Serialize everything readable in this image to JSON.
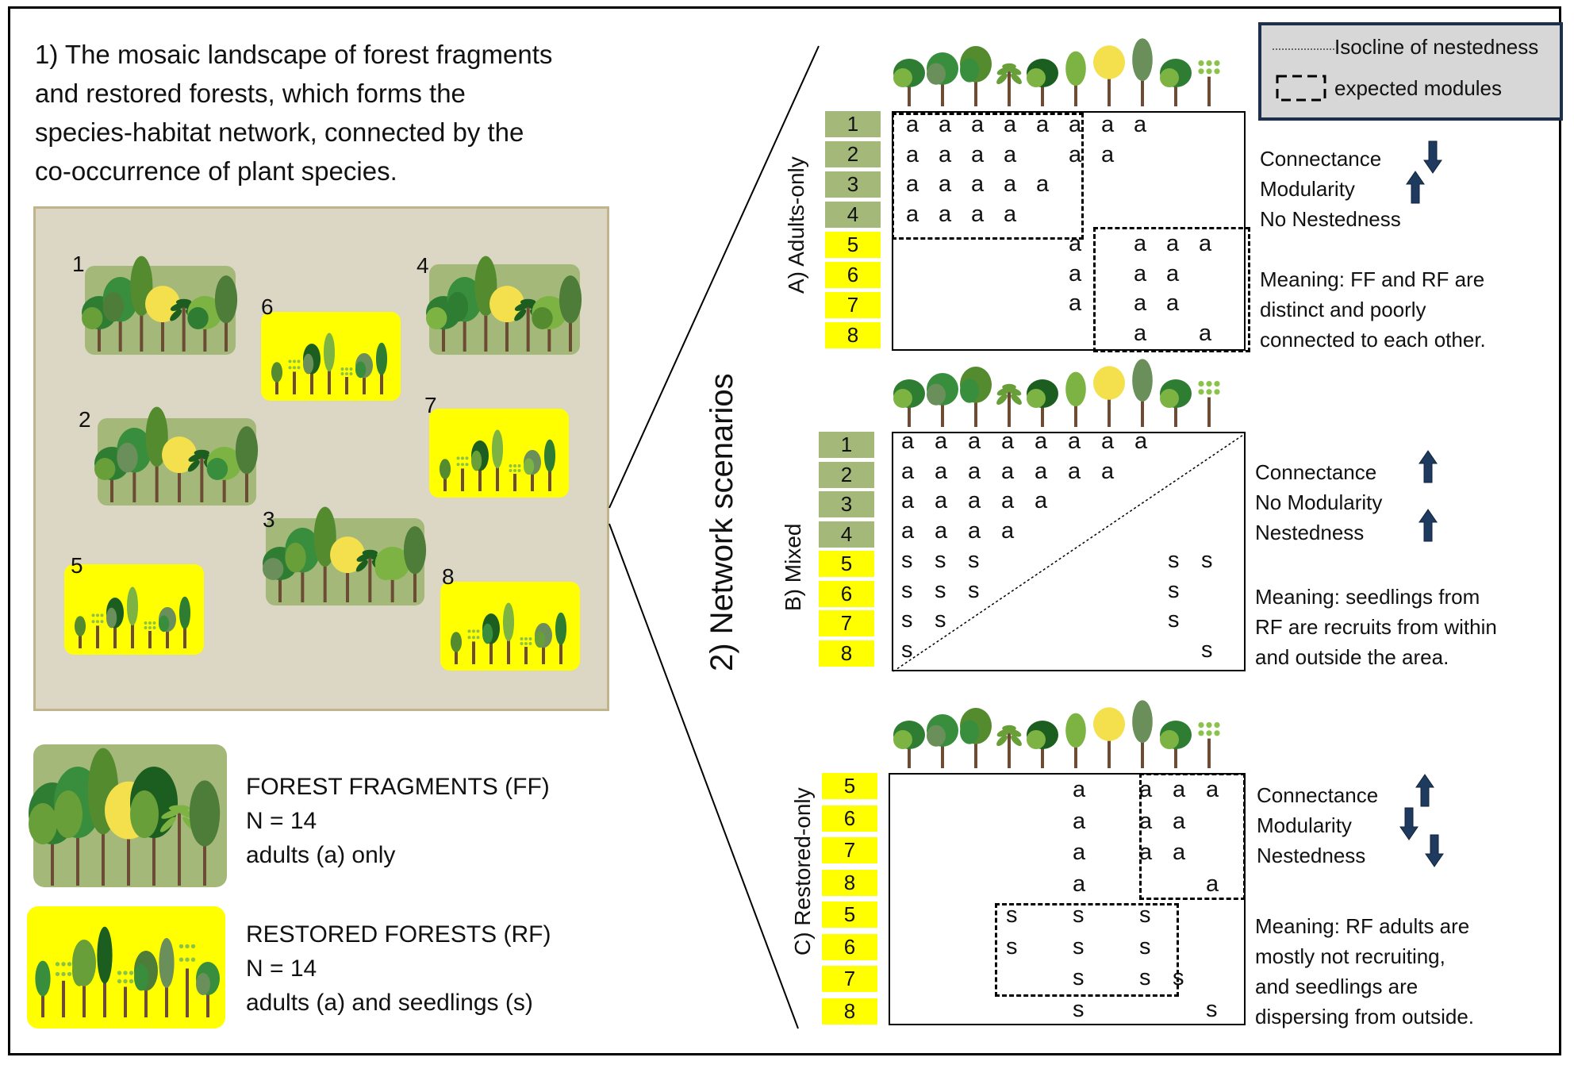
{
  "intro": {
    "line1": "1) The mosaic landscape of forest fragments",
    "line2": "and restored forests, which forms the",
    "line3": "species-habitat network, connected by the",
    "line4": "co-occurrence of plant species."
  },
  "landscape": {
    "sites": [
      "1",
      "2",
      "3",
      "4",
      "5",
      "6",
      "7",
      "8"
    ]
  },
  "legend": {
    "ff": {
      "title": "FOREST FRAGMENTS (FF)",
      "n": "N = 14",
      "desc": "adults (a) only"
    },
    "rf": {
      "title": "RESTORED FORESTS (RF)",
      "n": "N = 14",
      "desc": "adults (a) and seedlings (s)"
    }
  },
  "network_label": "2) Network scenarios",
  "key": {
    "isocline": "Isocline of nestedness",
    "modules": "expected modules"
  },
  "scenarios": {
    "a": {
      "label": "A) Adults-only",
      "rows": [
        "1",
        "2",
        "3",
        "4",
        "5",
        "6",
        "7",
        "8"
      ],
      "metrics": [
        "Connectance",
        "Modularity",
        "No Nestedness"
      ],
      "meaning": [
        "Meaning: FF and RF are",
        "distinct and poorly",
        "connected to each other."
      ]
    },
    "b": {
      "label": "B) Mixed",
      "rows": [
        "1",
        "2",
        "3",
        "4",
        "5",
        "6",
        "7",
        "8"
      ],
      "metrics": [
        "Connectance",
        "No Modularity",
        "Nestedness"
      ],
      "meaning": [
        "Meaning: seedlings from",
        "RF are recruits from within",
        "and outside the area."
      ]
    },
    "c": {
      "label": "C) Restored-only",
      "rows": [
        "5",
        "6",
        "7",
        "8",
        "5",
        "6",
        "7",
        "8"
      ],
      "metrics": [
        "Connectance",
        "Modularity",
        "Nestedness"
      ],
      "meaning": [
        "Meaning: RF adults are",
        "mostly not recruiting,",
        "and seedlings are",
        "dispersing from outside."
      ]
    }
  },
  "colors": {
    "ff": "#a4b87a",
    "rf": "#ffff00",
    "arrow": "#1f3a5f",
    "landscape_bg": "#dcd7c4"
  },
  "matrix_cells": {
    "a": [
      {
        "t": "a",
        "r": 0,
        "c": 0
      },
      {
        "t": "a",
        "r": 0,
        "c": 1
      },
      {
        "t": "a",
        "r": 0,
        "c": 2
      },
      {
        "t": "a",
        "r": 0,
        "c": 3
      },
      {
        "t": "a",
        "r": 0,
        "c": 4
      },
      {
        "t": "a",
        "r": 0,
        "c": 5
      },
      {
        "t": "a",
        "r": 0,
        "c": 6
      },
      {
        "t": "a",
        "r": 0,
        "c": 7
      },
      {
        "t": "a",
        "r": 1,
        "c": 0
      },
      {
        "t": "a",
        "r": 1,
        "c": 1
      },
      {
        "t": "a",
        "r": 1,
        "c": 2
      },
      {
        "t": "a",
        "r": 1,
        "c": 3
      },
      {
        "t": "a",
        "r": 1,
        "c": 5
      },
      {
        "t": "a",
        "r": 1,
        "c": 6
      },
      {
        "t": "a",
        "r": 2,
        "c": 0
      },
      {
        "t": "a",
        "r": 2,
        "c": 1
      },
      {
        "t": "a",
        "r": 2,
        "c": 2
      },
      {
        "t": "a",
        "r": 2,
        "c": 3
      },
      {
        "t": "a",
        "r": 2,
        "c": 4
      },
      {
        "t": "a",
        "r": 3,
        "c": 0
      },
      {
        "t": "a",
        "r": 3,
        "c": 1
      },
      {
        "t": "a",
        "r": 3,
        "c": 2
      },
      {
        "t": "a",
        "r": 3,
        "c": 3
      },
      {
        "t": "a",
        "r": 4,
        "c": 5
      },
      {
        "t": "a",
        "r": 4,
        "c": 7
      },
      {
        "t": "a",
        "r": 4,
        "c": 8
      },
      {
        "t": "a",
        "r": 4,
        "c": 9
      },
      {
        "t": "a",
        "r": 5,
        "c": 5
      },
      {
        "t": "a",
        "r": 5,
        "c": 7
      },
      {
        "t": "a",
        "r": 5,
        "c": 8
      },
      {
        "t": "a",
        "r": 6,
        "c": 5
      },
      {
        "t": "a",
        "r": 6,
        "c": 7
      },
      {
        "t": "a",
        "r": 6,
        "c": 8
      },
      {
        "t": "a",
        "r": 7,
        "c": 7
      },
      {
        "t": "a",
        "r": 7,
        "c": 9
      }
    ],
    "b": [
      {
        "t": "a",
        "r": 0,
        "c": 0
      },
      {
        "t": "a",
        "r": 0,
        "c": 1
      },
      {
        "t": "a",
        "r": 0,
        "c": 2
      },
      {
        "t": "a",
        "r": 0,
        "c": 3
      },
      {
        "t": "a",
        "r": 0,
        "c": 4
      },
      {
        "t": "a",
        "r": 0,
        "c": 5
      },
      {
        "t": "a",
        "r": 0,
        "c": 6
      },
      {
        "t": "a",
        "r": 0,
        "c": 7
      },
      {
        "t": "a",
        "r": 1,
        "c": 0
      },
      {
        "t": "a",
        "r": 1,
        "c": 1
      },
      {
        "t": "a",
        "r": 1,
        "c": 2
      },
      {
        "t": "a",
        "r": 1,
        "c": 3
      },
      {
        "t": "a",
        "r": 1,
        "c": 4
      },
      {
        "t": "a",
        "r": 1,
        "c": 5
      },
      {
        "t": "a",
        "r": 1,
        "c": 6
      },
      {
        "t": "a",
        "r": 2,
        "c": 0
      },
      {
        "t": "a",
        "r": 2,
        "c": 1
      },
      {
        "t": "a",
        "r": 2,
        "c": 2
      },
      {
        "t": "a",
        "r": 2,
        "c": 3
      },
      {
        "t": "a",
        "r": 2,
        "c": 4
      },
      {
        "t": "a",
        "r": 3,
        "c": 0
      },
      {
        "t": "a",
        "r": 3,
        "c": 1
      },
      {
        "t": "a",
        "r": 3,
        "c": 2
      },
      {
        "t": "a",
        "r": 3,
        "c": 3
      },
      {
        "t": "s",
        "r": 4,
        "c": 0
      },
      {
        "t": "s",
        "r": 4,
        "c": 1
      },
      {
        "t": "s",
        "r": 4,
        "c": 2
      },
      {
        "t": "s",
        "r": 4,
        "c": 8
      },
      {
        "t": "s",
        "r": 4,
        "c": 9
      },
      {
        "t": "s",
        "r": 5,
        "c": 0
      },
      {
        "t": "s",
        "r": 5,
        "c": 1
      },
      {
        "t": "s",
        "r": 5,
        "c": 2
      },
      {
        "t": "s",
        "r": 5,
        "c": 8
      },
      {
        "t": "s",
        "r": 6,
        "c": 0
      },
      {
        "t": "s",
        "r": 6,
        "c": 1
      },
      {
        "t": "s",
        "r": 6,
        "c": 8
      },
      {
        "t": "s",
        "r": 7,
        "c": 0
      },
      {
        "t": "s",
        "r": 7,
        "c": 9
      }
    ],
    "c": [
      {
        "t": "a",
        "r": 0,
        "c": 5
      },
      {
        "t": "a",
        "r": 0,
        "c": 7
      },
      {
        "t": "a",
        "r": 0,
        "c": 8
      },
      {
        "t": "a",
        "r": 0,
        "c": 9
      },
      {
        "t": "a",
        "r": 1,
        "c": 5
      },
      {
        "t": "a",
        "r": 1,
        "c": 7
      },
      {
        "t": "a",
        "r": 1,
        "c": 8
      },
      {
        "t": "a",
        "r": 2,
        "c": 5
      },
      {
        "t": "a",
        "r": 2,
        "c": 7
      },
      {
        "t": "a",
        "r": 2,
        "c": 8
      },
      {
        "t": "a",
        "r": 3,
        "c": 5
      },
      {
        "t": "a",
        "r": 3,
        "c": 9
      },
      {
        "t": "s",
        "r": 4,
        "c": 3
      },
      {
        "t": "s",
        "r": 4,
        "c": 5
      },
      {
        "t": "s",
        "r": 4,
        "c": 7
      },
      {
        "t": "s",
        "r": 5,
        "c": 3
      },
      {
        "t": "s",
        "r": 5,
        "c": 5
      },
      {
        "t": "s",
        "r": 5,
        "c": 7
      },
      {
        "t": "s",
        "r": 6,
        "c": 5
      },
      {
        "t": "s",
        "r": 6,
        "c": 7
      },
      {
        "t": "s",
        "r": 6,
        "c": 8
      },
      {
        "t": "s",
        "r": 7,
        "c": 5
      },
      {
        "t": "s",
        "r": 7,
        "c": 9
      }
    ]
  }
}
